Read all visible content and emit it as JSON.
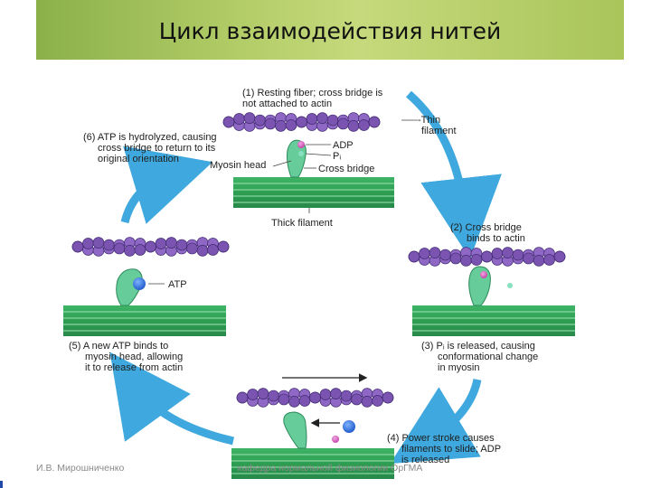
{
  "title": "Цикл взаимодействия нитей",
  "stages": {
    "s1": [
      "(1) Resting fiber; cross bridge is",
      "not attached to actin"
    ],
    "s2": [
      "(2) Cross bridge",
      "binds to actin"
    ],
    "s3": [
      "(3) Pᵢ is released, causing",
      "conformational change",
      "in myosin"
    ],
    "s4": [
      "(4) Power stroke causes",
      "filaments to slide; ADP",
      "is released"
    ],
    "s5": [
      "(5) A new ATP binds to",
      "myosin head, allowing",
      "it to release from actin"
    ],
    "s6": [
      "(6) ATP is hydrolyzed, causing",
      "cross bridge to return to its",
      "original orientation"
    ]
  },
  "labels": {
    "thin_filament": [
      "-Thin",
      "filament"
    ],
    "adp": "ADP",
    "pi": "Pᵢ",
    "myosin_head": "Myosin head",
    "cross_bridge": "Cross bridge",
    "thick_filament": "Thick filament",
    "atp": "ATP"
  },
  "colors": {
    "actin": "#7a54b0",
    "actin_edge": "#3f2870",
    "thick_filament": "#2e9e52",
    "myosin_head": "#66cc99",
    "atp": "#2a6fd6",
    "adp": "#d35ab8",
    "cycle_arrow": "#3fa8de"
  },
  "footer": {
    "author": "И.В. Мирошниченко",
    "department": "кафедра нормальной физиологии ОрГМА"
  }
}
